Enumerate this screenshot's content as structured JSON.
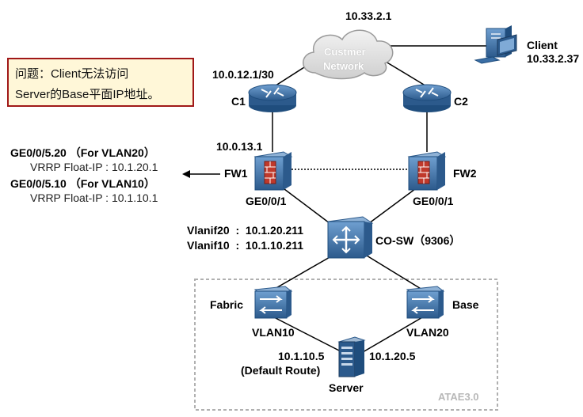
{
  "problem": {
    "line1": "问题：Client无法访问",
    "line2": "Server的Base平面IP地址。"
  },
  "cloud": {
    "ip": "10.33.2.1",
    "line1": "Custmer",
    "line2": "Network"
  },
  "client": {
    "name": "Client",
    "ip": "10.33.2.37"
  },
  "c1": {
    "name": "C1",
    "uplink_ip": "10.0.12.1/30",
    "downlink_ip": "10.0.13.1"
  },
  "c2": {
    "name": "C2"
  },
  "fw1": {
    "name": "FW1",
    "port": "GE0/0/1",
    "sub1": "GE0/0/5.20 （For VLAN20）",
    "vrrp1": "VRRP Float-IP : 10.1.20.1",
    "sub2": "GE0/0/5.10 （For VLAN10）",
    "vrrp2": "VRRP Float-IP : 10.1.10.1"
  },
  "fw2": {
    "name": "FW2",
    "port": "GE0/0/1"
  },
  "cosw": {
    "name": "CO-SW（9306）",
    "vlanif20": "Vlanif20  :  10.1.20.211",
    "vlanif10": "Vlanif10  :  10.1.10.211"
  },
  "fabric": {
    "name": "Fabric",
    "vlan": "VLAN10"
  },
  "base": {
    "name": "Base",
    "vlan": "VLAN20"
  },
  "server": {
    "name": "Server",
    "ip_fabric": "10.1.10.5",
    "default_route": "(Default Route)",
    "ip_base": "10.1.20.5"
  },
  "atae": {
    "label": "ATAE3.0"
  },
  "colors": {
    "device_blue": "#3a6ea5",
    "box_border": "#a01818",
    "box_fill": "#fff7d8",
    "link": "#000000"
  }
}
